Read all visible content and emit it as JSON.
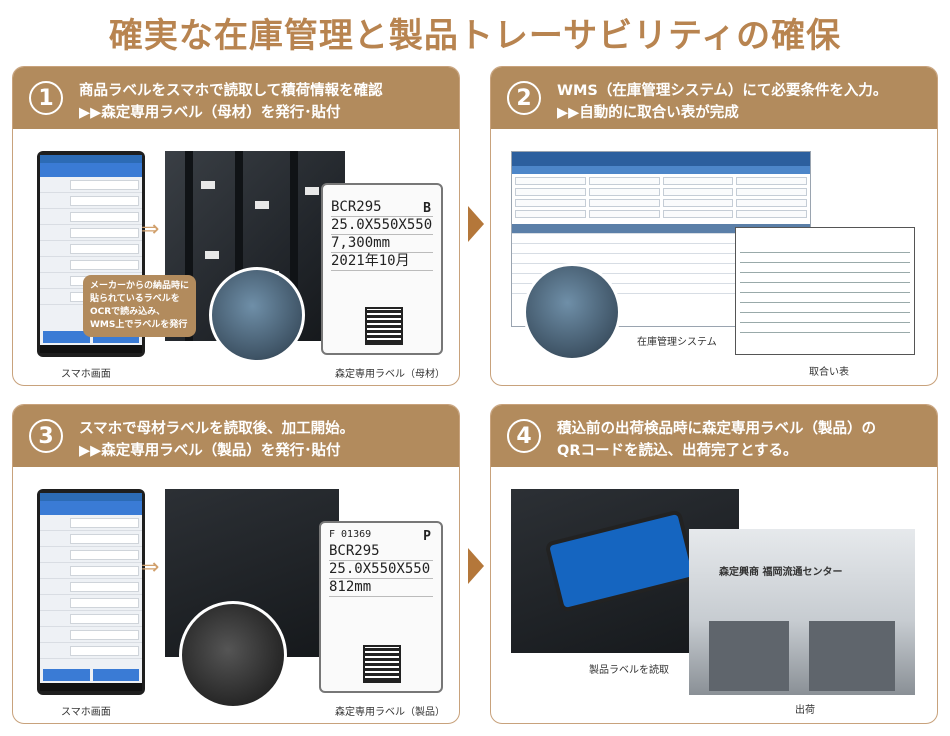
{
  "title": "確実な在庫管理と製品トレーサビリティの確保",
  "colors": {
    "title": "#b88450",
    "panel_header": "#b28b5d",
    "arrow": "#b4773a"
  },
  "panels": [
    {
      "number": "1",
      "line1": "商品ラベルをスマホで読取して積荷情報を確認",
      "line2": "▶▶森定専用ラベル（母材）を発行･貼付",
      "callout": [
        "メーカーからの納品時に",
        "貼られているラベルを",
        "OCRで読み込み、",
        "WMS上でラベルを発行"
      ],
      "captions": [
        "スマホ画面",
        "森定専用ラベル（母材）"
      ],
      "label_lines": [
        "BCR295",
        "25.0X550X550",
        "7,300mm",
        "2021年10月"
      ],
      "label_tag": "B"
    },
    {
      "number": "2",
      "line1": "WMS（在庫管理システム）にて必要条件を入力。",
      "line2": "▶▶自動的に取合い表が完成",
      "captions": [
        "在庫管理システム",
        "取合い表"
      ]
    },
    {
      "number": "3",
      "line1": "スマホで母材ラベルを読取後、加工開始。",
      "line2": "▶▶森定専用ラベル（製品）を発行･貼付",
      "captions": [
        "スマホ画面",
        "森定専用ラベル（製品）"
      ],
      "label_lines": [
        "BCR295",
        "25.0X550X550",
        "812mm"
      ],
      "label_top": "F 01369",
      "label_tag": "P"
    },
    {
      "number": "4",
      "line1": "積込前の出荷検品時に森定専用ラベル（製品）の",
      "line2": "QRコードを読込、出荷完了とする。",
      "captions": [
        "製品ラベルを読取",
        "出荷"
      ],
      "building_sign": "森定興商 福岡流通センター"
    }
  ]
}
